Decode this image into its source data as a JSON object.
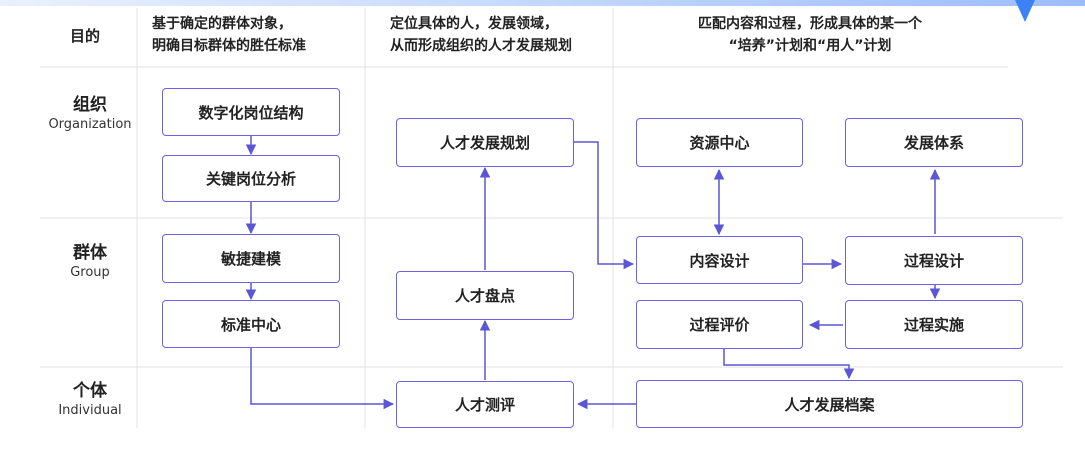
{
  "header": {
    "col0": "目的",
    "col1_line1": "基于确定的群体对象，",
    "col1_line2": "明确目标群体的胜任标准",
    "col2_line1": "定位具体的人，发展领域，",
    "col2_line2": "从而形成组织的人才发展规划",
    "col3_line1": "匹配内容和过程，形成具体的某一个",
    "col3_line2": "“培养”计划和“用人”计划"
  },
  "rows": {
    "organization": {
      "zh": "组织",
      "en": "Organization"
    },
    "group": {
      "zh": "群体",
      "en": "Group"
    },
    "individual": {
      "zh": "个体",
      "en": "Individual"
    }
  },
  "boxes": {
    "digital_positions": "数字化岗位结构",
    "key_position_analysis": "关键岗位分析",
    "agile_modeling": "敏捷建模",
    "standard_center": "标准中心",
    "talent_planning": "人才发展规划",
    "talent_inventory": "人才盘点",
    "talent_assessment": "人才测评",
    "resource_center": "资源中心",
    "development_system": "发展体系",
    "content_design": "内容设计",
    "process_design": "过程设计",
    "process_implementation": "过程实施",
    "process_evaluation": "过程评价",
    "talent_archive": "人才发展档案"
  },
  "colors": {
    "box_border": "#6c63e6",
    "arrow": "#5b56d6",
    "grid_line": "#e3e3e3",
    "accent": "#3b82f6"
  }
}
